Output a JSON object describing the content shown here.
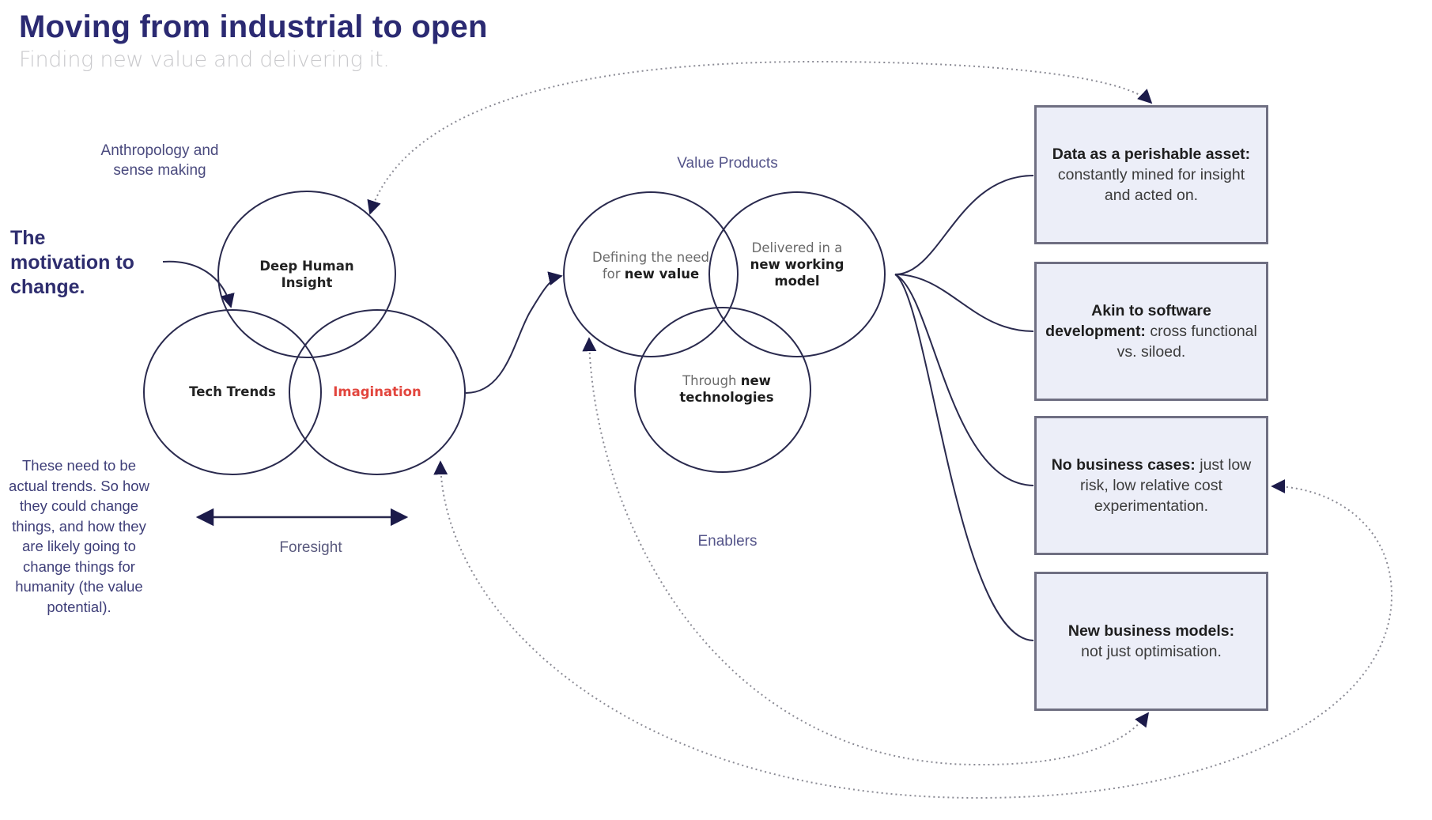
{
  "header": {
    "title": "Moving from industrial to open",
    "subtitle": "Finding new value and delivering it."
  },
  "left_section": {
    "top_label": "Anthropology and sense making",
    "motivation_lines": [
      "The",
      "motivation to",
      "change."
    ],
    "circles": {
      "deep_human_insight": "Deep Human Insight",
      "tech_trends": "Tech Trends",
      "imagination": "Imagination"
    },
    "trends_note": "These need to be actual trends. So how they could change things, and how they are likely going to change things for humanity (the value potential).",
    "foresight_label": "Foresight"
  },
  "middle_section": {
    "top_label": "Value Products",
    "bottom_label": "Enablers",
    "circles": {
      "defining": {
        "light": "Defining the need for ",
        "bold": "new value"
      },
      "delivered": {
        "light": "Delivered in a ",
        "bold": "new working model"
      },
      "through": {
        "light": "Through ",
        "bold": "new technologies"
      }
    }
  },
  "boxes": [
    {
      "bold": "Data as a perishable asset:",
      "text": " constantly mined for insight and acted on."
    },
    {
      "bold": "Akin to software development:",
      "text": " cross functional vs. siloed."
    },
    {
      "bold": "No business cases:",
      "text": " just low risk, low relative cost experimentation."
    },
    {
      "bold": "New business models:",
      "text": " not just optimisation."
    }
  ],
  "colors": {
    "title": "#2b2a72",
    "subtitle": "#c9c9cc",
    "line": "#2a2a4e",
    "dotted": "#8a8a94",
    "imagination": "#e2453d",
    "box_fill": "#eceef8",
    "box_border": "#6f6f82",
    "arrowhead": "#1c1b4a"
  }
}
